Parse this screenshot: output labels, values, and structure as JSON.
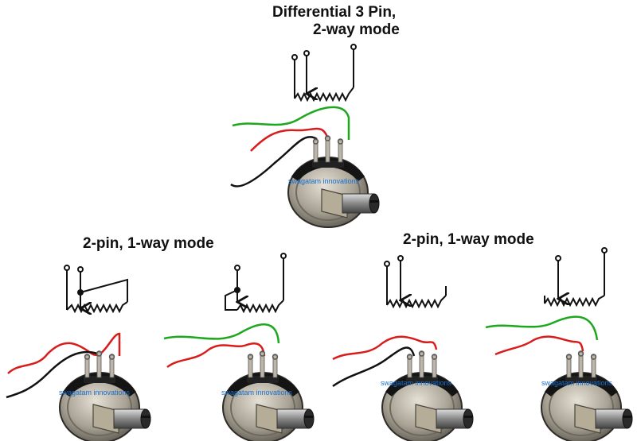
{
  "title": {
    "line1": "Differential 3 Pin,",
    "line2": "2-way mode"
  },
  "section_labels": {
    "left": "2-pin, 1-way mode",
    "right": "2-pin, 1-way mode"
  },
  "watermark": "swagatam innovations",
  "colors": {
    "wire_red": "#d81c1c",
    "wire_green": "#1ea81e",
    "wire_black": "#111111",
    "watermark": "#1a6fd0"
  }
}
